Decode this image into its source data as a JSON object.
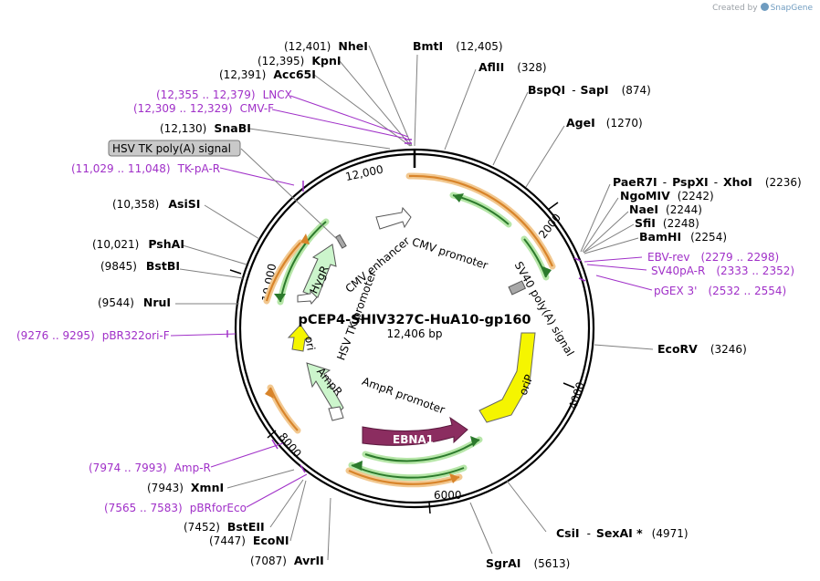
{
  "credit": {
    "prefix": "Created by",
    "brand": "SnapGene"
  },
  "plasmid": {
    "name": "pCEP4-SHIV327C-HuA10-gp160",
    "size": "12,406 bp"
  },
  "ticks": [
    "12,000",
    "2000",
    "4000",
    "6000",
    "8000",
    "10,000"
  ],
  "sites_top": [
    {
      "pos": "(12,401)",
      "name": "NheI"
    },
    {
      "pos": "(12,395)",
      "name": "KpnI"
    },
    {
      "pos": "(12,391)",
      "name": "Acc65I"
    },
    {
      "pos": "(12,130)",
      "name": "SnaBI"
    },
    {
      "name": "BmtI",
      "pos": "(12,405)"
    },
    {
      "name": "AflII",
      "pos": "(328)"
    },
    {
      "name": "BspQI",
      "sep": "-",
      "name2": "SapI",
      "pos": "(874)"
    },
    {
      "name": "AgeI",
      "pos": "(1270)"
    }
  ],
  "sites_right": [
    {
      "name": "PaeR7I",
      "name2": "PspXI",
      "name3": "XhoI",
      "pos": "(2236)"
    },
    {
      "name": "NgoMIV",
      "pos": "(2242)"
    },
    {
      "name": "NaeI",
      "pos": "(2244)"
    },
    {
      "name": "SfiI",
      "pos": "(2248)"
    },
    {
      "name": "BamHI",
      "pos": "(2254)"
    },
    {
      "name": "EcoRV",
      "pos": "(3246)"
    }
  ],
  "sites_left": [
    {
      "pos": "(10,358)",
      "name": "AsiSI"
    },
    {
      "pos": "(10,021)",
      "name": "PshAI"
    },
    {
      "pos": "(9845)",
      "name": "BstBI"
    },
    {
      "pos": "(9544)",
      "name": "NruI"
    },
    {
      "pos": "(7943)",
      "name": "XmnI"
    },
    {
      "pos": "(7452)",
      "name": "BstEII"
    },
    {
      "pos": "(7447)",
      "name": "EcoNI"
    },
    {
      "pos": "(7087)",
      "name": "AvrII"
    }
  ],
  "sites_bottom": [
    {
      "name": "CsiI",
      "name2": "SexAI *",
      "pos": "(4971)"
    },
    {
      "name": "SgrAI",
      "pos": "(5613)"
    }
  ],
  "primers": [
    {
      "range": "(12,355 .. 12,379)",
      "name": "LNCX"
    },
    {
      "range": "(12,309 .. 12,329)",
      "name": "CMV-F"
    },
    {
      "range": "(11,029 .. 11,048)",
      "name": "TK-pA-R"
    },
    {
      "range": "(9276 .. 9295)",
      "name": "pBR322ori-F"
    },
    {
      "range": "(7974 .. 7993)",
      "name": "Amp-R"
    },
    {
      "range": "(7565 .. 7583)",
      "name": "pBRforEco"
    },
    {
      "name": "EBV-rev",
      "range": "(2279 .. 2298)"
    },
    {
      "name": "SV40pA-R",
      "range": "(2333 .. 2352)"
    },
    {
      "name": "pGEX 3'",
      "range": "(2532 .. 2554)"
    }
  ],
  "features": {
    "hsv_tk_polya": "HSV TK poly(A) signal",
    "cmv_enhancer": "CMV enhancer",
    "cmv_promoter": "CMV promoter",
    "sv40_polya": "SV40 poly(A) signal",
    "hygr": "HygR",
    "hsv_tk_promoter": "HSV TK promoter",
    "ori": "ori",
    "ampr": "AmpR",
    "ampr_promoter": "AmpR promoter",
    "orip": "oriP",
    "ebna1": "EBNA1"
  },
  "colors": {
    "primer": "#a030c8",
    "orf_orange": "#e08a2c",
    "orf_green": "#2c8a2c",
    "hygr_fill": "#ccf5cc",
    "orip_fill": "#f5f500",
    "ori_fill": "#f5f500",
    "ebna1_fill": "#8b2d60"
  }
}
